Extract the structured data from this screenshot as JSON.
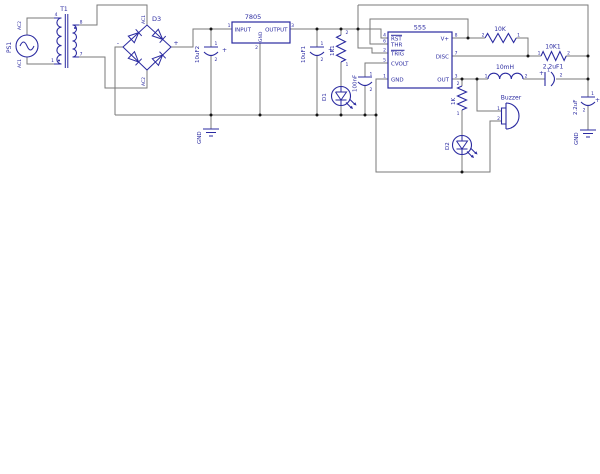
{
  "schematic": {
    "power_source": {
      "ref": "PS1",
      "top_terminal": "AC2",
      "bottom_terminal": "AC1"
    },
    "transformer": {
      "ref": "T1",
      "pin_top_left": "4",
      "pin_bottom_left": "1",
      "pin_top_right": "8",
      "pin_bottom_right": "7"
    },
    "bridge_rectifier": {
      "ref": "D3",
      "top_terminal": "AC1",
      "bottom_terminal": "AC2",
      "plus": "+",
      "minus": "-"
    },
    "regulator_7805": {
      "ref": "7805",
      "pin_input": "INPUT",
      "pin_output": "OUTPUT",
      "pin_gnd": "GND",
      "num_input": "1",
      "num_gnd": "2",
      "num_output": "3"
    },
    "cap_10uf2": {
      "ref": "10uF2",
      "plus": "+",
      "pin1": "1",
      "pin2": "2"
    },
    "cap_10uf1": {
      "ref": "10uF1",
      "plus": "+",
      "pin1": "1",
      "pin2": "2"
    },
    "res_1k1": {
      "ref": "1K1",
      "pin1": "1",
      "pin2": "2"
    },
    "led_d1": {
      "ref": "D1"
    },
    "cap_100nf": {
      "ref": "100nF",
      "pin1": "1",
      "pin2": "2"
    },
    "timer_555": {
      "ref": "555",
      "pin_rst": "RST",
      "pin_thr": "THR",
      "pin_trig": "TRIG",
      "pin_cvolt": "CVOLT",
      "pin_gnd": "GND",
      "pin_vplus": "V+",
      "pin_disc": "DISC",
      "pin_out": "OUT",
      "num_rst": "4",
      "num_thr": "6",
      "num_trig": "2",
      "num_cvolt": "5",
      "num_gnd": "1",
      "num_vplus": "8",
      "num_disc": "7",
      "num_out": "3"
    },
    "res_10k": {
      "ref": "10K",
      "pin1": "1",
      "pin2": "2"
    },
    "res_10k1": {
      "ref": "10K1",
      "pin1": "1",
      "pin2": "2"
    },
    "inductor_10mh": {
      "ref": "10mH",
      "pin1": "1",
      "pin2": "2"
    },
    "cap_22uf1": {
      "ref": "2.2uF1",
      "plus": "+",
      "pin1": "1",
      "pin2": "2"
    },
    "cap_22uf": {
      "ref": "2.2uF",
      "plus": "+",
      "pin1": "1",
      "pin2": "2"
    },
    "res_1k": {
      "ref": "1K",
      "pin1": "1",
      "pin2": "2"
    },
    "led_d2": {
      "ref": "D2"
    },
    "buzzer": {
      "ref": "Buzzer",
      "pin1": "1",
      "pin2": "2"
    },
    "ground_left": {
      "label": "GND"
    },
    "ground_right": {
      "label": "GND"
    }
  },
  "colors": {
    "symbol": "#2a2aa0",
    "wire": "#7a7a7a",
    "junction": "#141414",
    "background": "#ffffff"
  }
}
